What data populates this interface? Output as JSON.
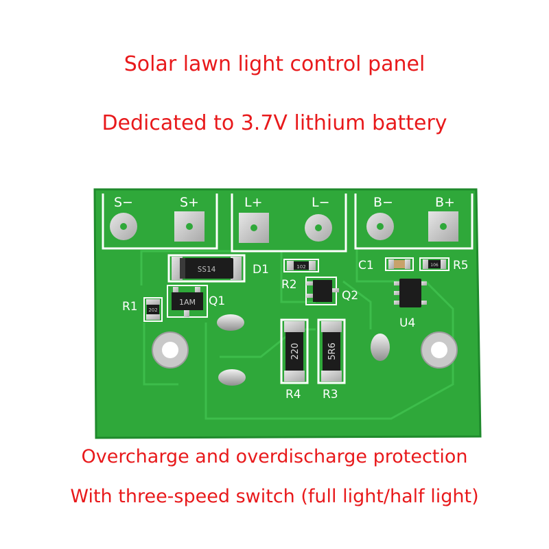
{
  "title": "Solar lawn light control panel",
  "subtitle": "Dedicated to 3.7V lithium battery",
  "features": [
    "Overcharge and overdischarge protection",
    "With three-speed switch (full light/half light)"
  ],
  "board": {
    "pads": [
      "S−",
      "S+",
      "L+",
      "L−",
      "B−",
      "B+"
    ],
    "designators": [
      "D1",
      "R2",
      "Q2",
      "C1",
      "R5",
      "R1",
      "Q1",
      "U4",
      "R4",
      "R3"
    ],
    "markings": {
      "d1": "SS14",
      "q1": "1AM",
      "r1": "202",
      "r2": "102",
      "r5": "106",
      "r4": "220",
      "r3": "5R6"
    }
  },
  "colors": {
    "text": "#e8191b",
    "pcb": "#2fa83a",
    "pcb_edge": "#1f8a2c",
    "trace": "#35b542",
    "silkscreen": "#ffffff",
    "pad_metal": "#c9c9c9",
    "component": "#1c1c1c"
  }
}
